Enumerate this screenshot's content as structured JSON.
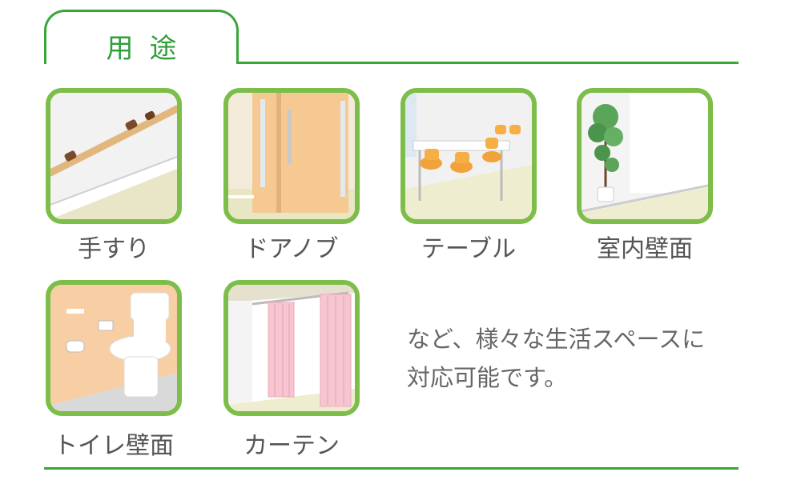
{
  "heading": {
    "title": "用途"
  },
  "items": [
    {
      "label": "手すり"
    },
    {
      "label": "ドアノブ"
    },
    {
      "label": "テーブル"
    },
    {
      "label": "室内壁面"
    },
    {
      "label": "トイレ壁面"
    },
    {
      "label": "カーテン"
    }
  ],
  "description": {
    "line1": "など、様々な生活スペースに",
    "line2": "対応可能です。"
  },
  "colors": {
    "accent_green": "#3aa63a",
    "frame_green": "#7dbd4a"
  },
  "icons": [
    "handrail-image",
    "door-image",
    "table-image",
    "plant-wall-image",
    "toilet-image",
    "curtain-image"
  ]
}
